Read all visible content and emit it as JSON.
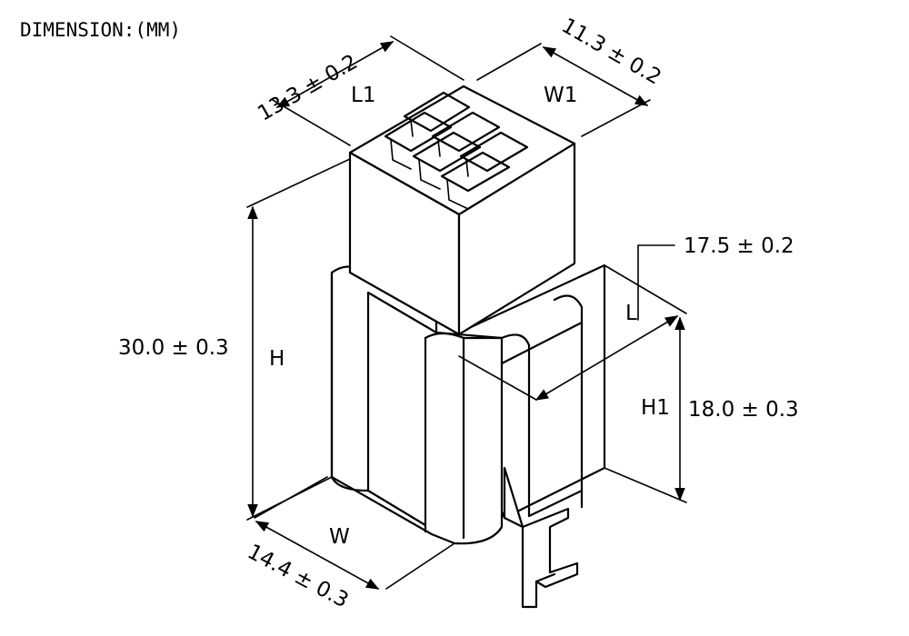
{
  "title": "DIMENSION:(MM)",
  "dimensions": {
    "length_top": {
      "label": "L1",
      "value": "13.3 ± 0.2"
    },
    "width_top": {
      "label": "W1",
      "value": "11.3 ± 0.2"
    },
    "length": {
      "label": "L",
      "value": "17.5 ± 0.2"
    },
    "height": {
      "label": "H",
      "value": "30.0 ± 0.3"
    },
    "height_lower": {
      "label": "H1",
      "value": "18.0 ± 0.3"
    },
    "width": {
      "label": "W",
      "value": "14.4 ± 0.3"
    }
  }
}
